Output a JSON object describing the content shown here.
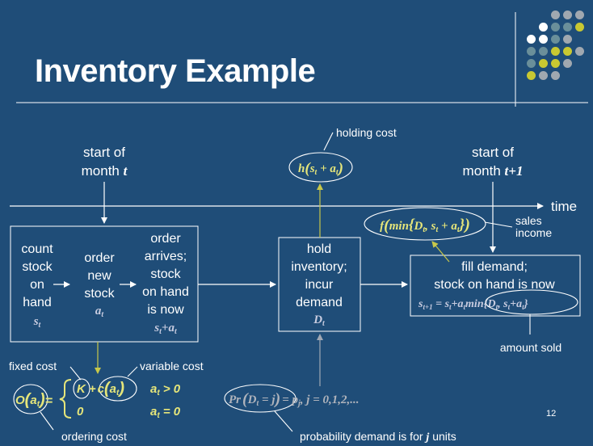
{
  "title": "Inventory Example",
  "page_number": "12",
  "colors": {
    "background": "#1f4d78",
    "box_border": "#ffffff",
    "formula_yellow": "#e6e67a",
    "formula_gray": "#b0b4bc",
    "arrow_yellow": "#c8c84a",
    "arrow_gray": "#a0a8b4",
    "dot_yellow": "#c8c832",
    "dot_gray": "#a0a8b0",
    "dot_teal": "#6a8f9a",
    "dot_white": "#ffffff"
  },
  "timeline": {
    "label": "time",
    "start_t": "start of",
    "start_t_2": "month",
    "start_t_var": "t",
    "start_t1": "start of",
    "start_t1_2": "month",
    "start_t1_var": "t+1"
  },
  "box1": {
    "col1": [
      "count",
      "stock",
      "on",
      "hand"
    ],
    "col1_var": "s",
    "col1_sub": "t",
    "col2": [
      "order",
      "new",
      "stock"
    ],
    "col2_var": "a",
    "col2_sub": "t",
    "col3": [
      "order",
      "arrives;",
      "stock",
      "on hand",
      "is now"
    ],
    "col3_formula": "s",
    "col3_f_sub": "t",
    "col3_f_plus": "+a",
    "col3_f_sub2": "t"
  },
  "box2": {
    "lines": [
      "hold",
      "inventory;",
      "incur",
      "demand"
    ],
    "var": "D",
    "sub": "t"
  },
  "box3": {
    "lines": [
      "fill demand;",
      "stock on hand is now"
    ],
    "formula_left": "s",
    "formula_left_sub": "t+1",
    "formula_eq": " = s",
    "formula_eq_sub": "t",
    "formula_plus": "+a",
    "formula_plus_sub": "t",
    "formula_min": "min{D",
    "formula_min_sub": "t",
    "formula_min_rest": ", s",
    "formula_min_sub2": "t",
    "formula_min_end": "+a",
    "formula_min_sub3": "t",
    "formula_close": "}"
  },
  "labels": {
    "holding_cost": "holding cost",
    "sales_income_1": "sales",
    "sales_income_2": "income",
    "amount_sold": "amount sold",
    "fixed_cost": "fixed cost",
    "variable_cost": "variable cost",
    "ordering_cost": "ordering cost",
    "probability_prefix": "probability demand is for",
    "probability_var": "j",
    "probability_suffix": "units"
  },
  "formulas": {
    "holding": {
      "fn": "h",
      "open": "(",
      "s": "s",
      "sub": "t",
      "plus": " + a",
      "sub2": "t",
      "close": ")"
    },
    "sales": {
      "fn": "f",
      "open": "(",
      "min": "min",
      "brace_open": "{",
      "D": "D",
      "sub": "t",
      "comma": ", s",
      "sub2": "t",
      "plus": " + a",
      "sub3": "t",
      "brace_close": "}",
      "close": ")"
    },
    "ordering": {
      "O": "O",
      "open": "(",
      "a": "a",
      "sub": "t",
      "close": ")",
      "eq": "=",
      "K": "K",
      "plus": "+",
      "c": "c",
      "c_open": "(",
      "c_a": "a",
      "c_sub": "t",
      "c_close": ")",
      "zero": "0",
      "cond1": "a",
      "cond1_sub": "t",
      "cond1_rel": " > 0",
      "cond2": "a",
      "cond2_sub": "t",
      "cond2_rel": " = 0"
    },
    "probability": {
      "Pr": "Pr",
      "open": "(",
      "D": "D",
      "sub": "t",
      "eq": " = j",
      "close": ")",
      "rhs": "= p",
      "rhs_sub": "j",
      "rhs_rest": ", j = 0,1,2,..."
    }
  }
}
